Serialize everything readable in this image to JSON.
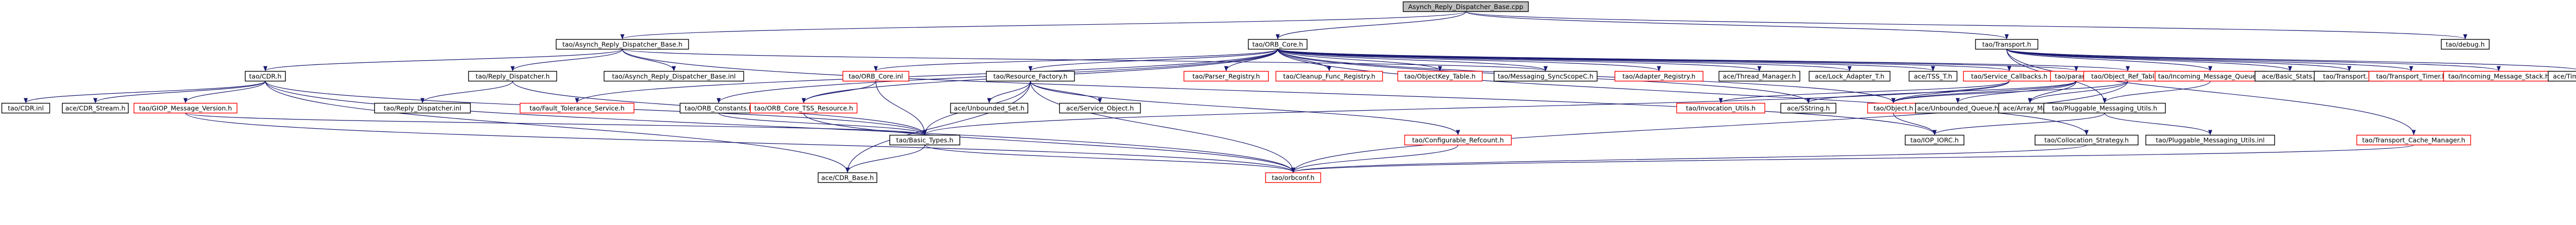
{
  "graph": {
    "colors": {
      "edge": "#191970",
      "node_border": "#000000",
      "missing_border": "#ff0000",
      "root_fill": "#bfbfbf",
      "node_fill": "#ffffff",
      "text": "#000000"
    },
    "nodes": [
      {
        "id": "root",
        "label": "Asynch_Reply_Dispatcher_Base.cpp",
        "style": "root"
      },
      {
        "id": "ardb_h",
        "label": "tao/Asynch_Reply_Dispatcher_Base.h",
        "style": "normal"
      },
      {
        "id": "orb_core",
        "label": "tao/ORB_Core.h",
        "style": "normal"
      },
      {
        "id": "transport",
        "label": "tao/Transport.h",
        "style": "normal"
      },
      {
        "id": "debug",
        "label": "tao/debug.h",
        "style": "normal"
      },
      {
        "id": "cdr_h",
        "label": "tao/CDR.h",
        "style": "normal"
      },
      {
        "id": "reply_disp_h",
        "label": "tao/Reply_Dispatcher.h",
        "style": "normal"
      },
      {
        "id": "ardb_inl",
        "label": "tao/Asynch_Reply_Dispatcher_Base.inl",
        "style": "normal"
      },
      {
        "id": "orb_core_inl",
        "label": "tao/ORB_Core.inl",
        "style": "missing"
      },
      {
        "id": "resource_factory",
        "label": "tao/Resource_Factory.h",
        "style": "normal"
      },
      {
        "id": "parser_registry",
        "label": "tao/Parser_Registry.h",
        "style": "missing"
      },
      {
        "id": "cleanup_func",
        "label": "tao/Cleanup_Func_Registry.h",
        "style": "missing"
      },
      {
        "id": "objectkey_table",
        "label": "tao/ObjectKey_Table.h",
        "style": "missing"
      },
      {
        "id": "messaging_sync",
        "label": "tao/Messaging_SyncScopeC.h",
        "style": "normal"
      },
      {
        "id": "adapter_registry",
        "label": "tao/Adapter_Registry.h",
        "style": "missing"
      },
      {
        "id": "thread_manager",
        "label": "ace/Thread_Manager.h",
        "style": "normal"
      },
      {
        "id": "lock_adapter",
        "label": "ace/Lock_Adapter_T.h",
        "style": "normal"
      },
      {
        "id": "tss_t",
        "label": "ace/TSS_T.h",
        "style": "normal"
      },
      {
        "id": "service_callbacks",
        "label": "tao/Service_Callbacks.h",
        "style": "missing"
      },
      {
        "id": "params",
        "label": "tao/params.h",
        "style": "missing"
      },
      {
        "id": "object_ref_table",
        "label": "tao/Object_Ref_Table.h",
        "style": "missing"
      },
      {
        "id": "incoming_queue",
        "label": "tao/Incoming_Message_Queue.h",
        "style": "missing"
      },
      {
        "id": "basic_stats",
        "label": "ace/Basic_Stats.h",
        "style": "normal"
      },
      {
        "id": "transport_inl",
        "label": "tao/Transport.inl",
        "style": "normal"
      },
      {
        "id": "transport_timer",
        "label": "tao/Transport_Timer.h",
        "style": "missing"
      },
      {
        "id": "incoming_stack",
        "label": "tao/Incoming_Message_Stack.h",
        "style": "missing"
      },
      {
        "id": "time_value",
        "label": "ace/Time_Value.h",
        "style": "normal"
      },
      {
        "id": "cdr_inl",
        "label": "tao/CDR.inl",
        "style": "normal"
      },
      {
        "id": "ace_cdr_stream",
        "label": "ace/CDR_Stream.h",
        "style": "normal"
      },
      {
        "id": "giop_version",
        "label": "tao/GIOP_Message_Version.h",
        "style": "missing"
      },
      {
        "id": "reply_disp_inl",
        "label": "tao/Reply_Dispatcher.inl",
        "style": "normal"
      },
      {
        "id": "fault_tolerance",
        "label": "tao/Fault_Tolerance_Service.h",
        "style": "missing"
      },
      {
        "id": "orb_constants",
        "label": "tao/ORB_Constants.h",
        "style": "normal"
      },
      {
        "id": "orb_core_tss",
        "label": "tao/ORB_Core_TSS_Resource.h",
        "style": "missing"
      },
      {
        "id": "unbounded_set",
        "label": "ace/Unbounded_Set.h",
        "style": "normal"
      },
      {
        "id": "service_object",
        "label": "ace/Service_Object.h",
        "style": "normal"
      },
      {
        "id": "configurable_refcount",
        "label": "tao/Configurable_Refcount.h",
        "style": "missing"
      },
      {
        "id": "invocation_utils",
        "label": "tao/Invocation_Utils.h",
        "style": "missing"
      },
      {
        "id": "sstring",
        "label": "ace/SString.h",
        "style": "normal"
      },
      {
        "id": "object_h",
        "label": "tao/Object.h",
        "style": "missing"
      },
      {
        "id": "unbounded_queue",
        "label": "ace/Unbounded_Queue.h",
        "style": "normal"
      },
      {
        "id": "array_map",
        "label": "ace/Array_Map.h",
        "style": "normal"
      },
      {
        "id": "pluggable_utils",
        "label": "tao/Pluggable_Messaging_Utils.h",
        "style": "normal"
      },
      {
        "id": "pluggable_utils_inl",
        "label": "tao/Pluggable_Messaging_Utils.inl",
        "style": "normal"
      },
      {
        "id": "collocation_strategy",
        "label": "tao/Collocation_Strategy.h",
        "style": "normal"
      },
      {
        "id": "iop_iorc",
        "label": "tao/IOP_IORC.h",
        "style": "normal"
      },
      {
        "id": "transport_cache",
        "label": "tao/Transport_Cache_Manager.h",
        "style": "missing"
      },
      {
        "id": "basic_types",
        "label": "tao/Basic_Types.h",
        "style": "normal"
      },
      {
        "id": "orbconf",
        "label": "tao/orbconf.h",
        "style": "missing"
      },
      {
        "id": "cdr_base",
        "label": "ace/CDR_Base.h",
        "style": "normal"
      }
    ],
    "edges": [
      [
        "root",
        "ardb_h"
      ],
      [
        "root",
        "orb_core"
      ],
      [
        "root",
        "transport"
      ],
      [
        "root",
        "debug"
      ],
      [
        "ardb_h",
        "cdr_h"
      ],
      [
        "ardb_h",
        "reply_disp_h"
      ],
      [
        "ardb_h",
        "ardb_inl"
      ],
      [
        "ardb_h",
        "messaging_sync"
      ],
      [
        "ardb_h",
        "iop_iorc"
      ],
      [
        "orb_core",
        "orb_core_inl"
      ],
      [
        "orb_core",
        "resource_factory"
      ],
      [
        "orb_core",
        "parser_registry"
      ],
      [
        "orb_core",
        "cleanup_func"
      ],
      [
        "orb_core",
        "objectkey_table"
      ],
      [
        "orb_core",
        "messaging_sync"
      ],
      [
        "orb_core",
        "adapter_registry"
      ],
      [
        "orb_core",
        "thread_manager"
      ],
      [
        "orb_core",
        "lock_adapter"
      ],
      [
        "orb_core",
        "tss_t"
      ],
      [
        "orb_core",
        "service_callbacks"
      ],
      [
        "orb_core",
        "params"
      ],
      [
        "orb_core",
        "object_ref_table"
      ],
      [
        "orb_core",
        "fault_tolerance"
      ],
      [
        "orb_core",
        "orb_constants"
      ],
      [
        "orb_core",
        "orb_core_tss"
      ],
      [
        "orb_core",
        "collocation_strategy"
      ],
      [
        "orb_core",
        "sstring"
      ],
      [
        "orb_core",
        "object_h"
      ],
      [
        "transport",
        "incoming_queue"
      ],
      [
        "transport",
        "basic_stats"
      ],
      [
        "transport",
        "transport_inl"
      ],
      [
        "transport",
        "transport_timer"
      ],
      [
        "transport",
        "incoming_stack"
      ],
      [
        "transport",
        "time_value"
      ],
      [
        "transport",
        "transport_cache"
      ],
      [
        "transport",
        "pluggable_utils"
      ],
      [
        "cdr_h",
        "cdr_inl"
      ],
      [
        "cdr_h",
        "ace_cdr_stream"
      ],
      [
        "cdr_h",
        "giop_version"
      ],
      [
        "cdr_h",
        "basic_types"
      ],
      [
        "cdr_h",
        "orbconf"
      ],
      [
        "cdr_h",
        "cdr_base"
      ],
      [
        "reply_disp_h",
        "reply_disp_inl"
      ],
      [
        "reply_disp_h",
        "basic_types"
      ],
      [
        "giop_version",
        "basic_types"
      ],
      [
        "giop_version",
        "orbconf"
      ],
      [
        "orb_core_inl",
        "orb_core_tss"
      ],
      [
        "orb_core_inl",
        "basic_types"
      ],
      [
        "resource_factory",
        "unbounded_set"
      ],
      [
        "resource_factory",
        "service_object"
      ],
      [
        "resource_factory",
        "configurable_refcount"
      ],
      [
        "resource_factory",
        "basic_types"
      ],
      [
        "resource_factory",
        "orbconf"
      ],
      [
        "resource_factory",
        "cdr_base"
      ],
      [
        "service_callbacks",
        "invocation_utils"
      ],
      [
        "service_callbacks",
        "object_h"
      ],
      [
        "service_callbacks",
        "basic_types"
      ],
      [
        "params",
        "sstring"
      ],
      [
        "params",
        "object_h"
      ],
      [
        "params",
        "unbounded_queue"
      ],
      [
        "params",
        "array_map"
      ],
      [
        "object_ref_table",
        "object_h"
      ],
      [
        "object_ref_table",
        "array_map"
      ],
      [
        "object_ref_table",
        "orbconf"
      ],
      [
        "incoming_queue",
        "pluggable_utils"
      ],
      [
        "pluggable_utils",
        "pluggable_utils_inl"
      ],
      [
        "pluggable_utils",
        "iop_iorc"
      ],
      [
        "transport_cache",
        "orbconf"
      ],
      [
        "orb_constants",
        "basic_types"
      ],
      [
        "orb_core_tss",
        "orbconf"
      ],
      [
        "configurable_refcount",
        "orbconf"
      ],
      [
        "basic_types",
        "cdr_base"
      ],
      [
        "basic_types",
        "orbconf"
      ],
      [
        "collocation_strategy",
        "orbconf"
      ],
      [
        "object_h",
        "iop_iorc"
      ]
    ]
  }
}
